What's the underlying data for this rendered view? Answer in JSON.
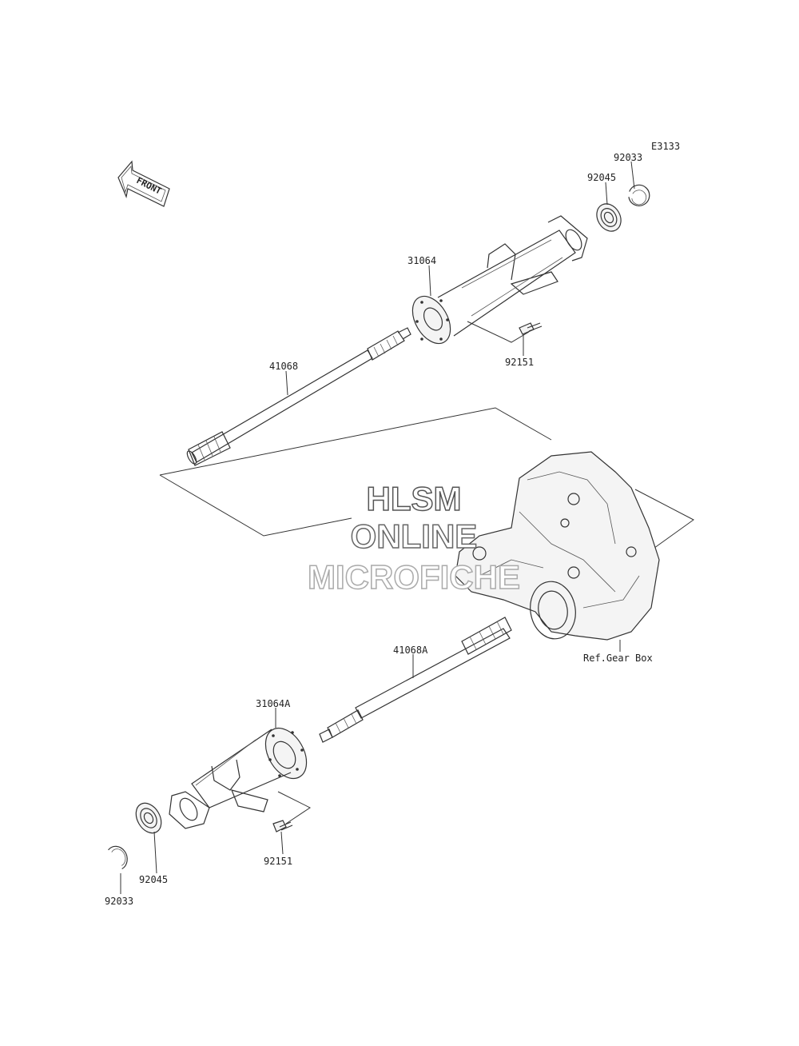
{
  "diagram_code": "E3133",
  "front_label": "FRONT",
  "watermark": [
    "HLSM",
    "ONLINE",
    "MICROFICHE"
  ],
  "reference_label": "Ref.Gear Box",
  "parts": {
    "axle_upper": "41068",
    "axle_lower": "41068A",
    "housing_upper": "31064",
    "housing_lower": "31064A",
    "bolt_upper": "92151",
    "bolt_lower": "92151",
    "bearing_upper": "92045",
    "bearing_lower": "92045",
    "circlip_upper": "92033",
    "circlip_lower": "92033"
  },
  "colors": {
    "line": "#333333",
    "watermark_stroke": "#555555"
  }
}
